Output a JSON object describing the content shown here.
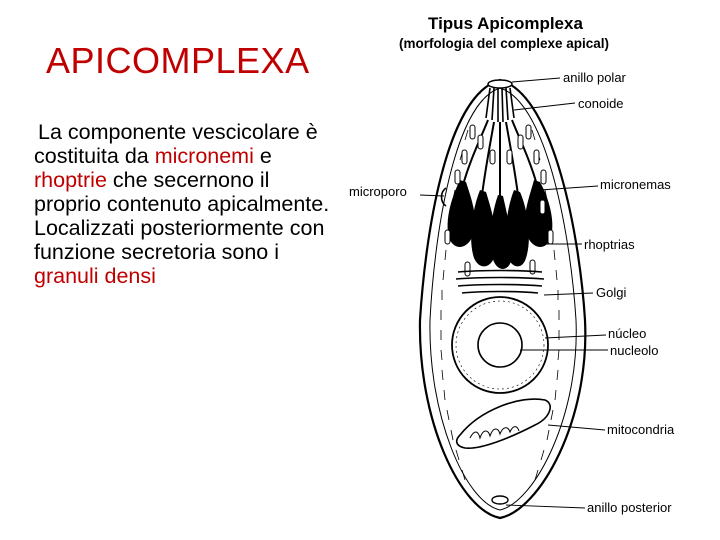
{
  "slide": {
    "title": "APICOMPLEXA",
    "paragraph": [
      {
        "text": "La componente vescicolare è costituita da ",
        "highlight": false
      },
      {
        "text": "micronemi",
        "highlight": true
      },
      {
        "text": " e ",
        "highlight": false
      },
      {
        "text": "rhoptrie",
        "highlight": true
      },
      {
        "text": " che secernono il proprio contenuto apicalmente. Localizzati posteriormente con funzione secretoria sono i ",
        "highlight": false
      },
      {
        "text": "granuli densi",
        "highlight": true
      }
    ]
  },
  "diagram": {
    "title": "Tipus Apicomplexa",
    "subtitle": "(morfologia del complexe apical)",
    "labels": {
      "anillo_polar": "anillo polar",
      "conoide": "conoide",
      "microporo": "microporo",
      "micronemas": "micronemas",
      "rhoptrias": "rhoptrias",
      "golgi": "Golgi",
      "nucleo": "núcleo",
      "nucleolo": "nucleolo",
      "mitocondria": "mitocondria",
      "anillo_posterior": "anillo posterior"
    }
  },
  "colors": {
    "highlight": "#c00000",
    "text": "#000000"
  }
}
